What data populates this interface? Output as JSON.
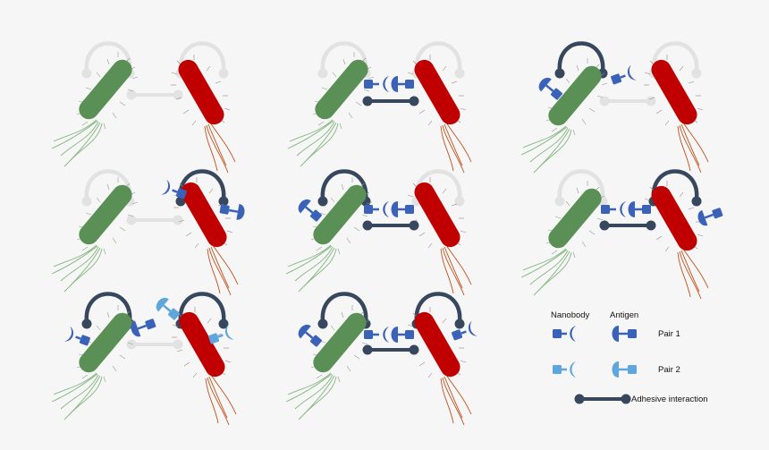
{
  "legend": {
    "nanobody_label": "Nanobody",
    "antigen_label": "Antigen",
    "pair1_label": "Pair 1",
    "pair2_label": "Pair 2",
    "adhesive_label": "Adhesive interaction"
  },
  "colors": {
    "background": "#f6f6f6",
    "green_bacterium": "#5a8f55",
    "green_flagella": "#7fb37a",
    "red_bacterium": "#c00000",
    "red_flagella": "#c0501a",
    "pair1_blue": "#3a62b8",
    "pair2_blue": "#5fa6dc",
    "adhesive": "#37475e",
    "inactive_grey": "#e2e2e2"
  },
  "panels": [
    {
      "id": "p1",
      "green_active": false,
      "red_active": false,
      "link_active": false
    },
    {
      "id": "p2",
      "green_active": false,
      "red_active": false,
      "link_active": true
    },
    {
      "id": "p3",
      "green_active": true,
      "red_active": false,
      "link_active": false
    },
    {
      "id": "p4",
      "green_active": false,
      "red_active": true,
      "link_active": false
    },
    {
      "id": "p5",
      "green_active": true,
      "red_active": false,
      "link_active": true
    },
    {
      "id": "p6",
      "green_active": false,
      "red_active": true,
      "link_active": true
    },
    {
      "id": "p7",
      "green_active": true,
      "red_active": true,
      "link_active": false
    },
    {
      "id": "p8",
      "green_active": true,
      "red_active": true,
      "link_active": true
    }
  ]
}
